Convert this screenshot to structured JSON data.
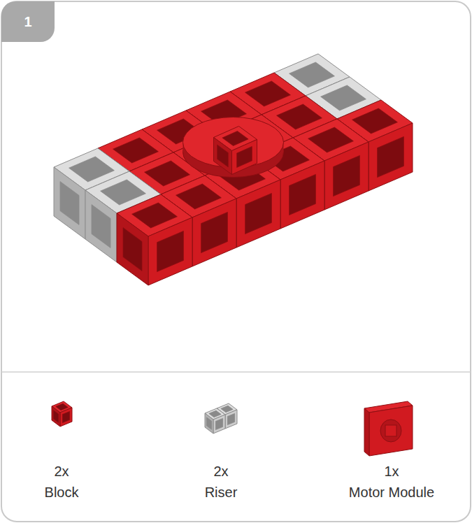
{
  "diagram": {
    "nodes": [
      {
        "text": [
          "1"
        ]
      }
    ],
    "labels": [
      "2x",
      "Block",
      "2x",
      "Riser",
      "1x",
      "Motor Module"
    ]
  }
}
